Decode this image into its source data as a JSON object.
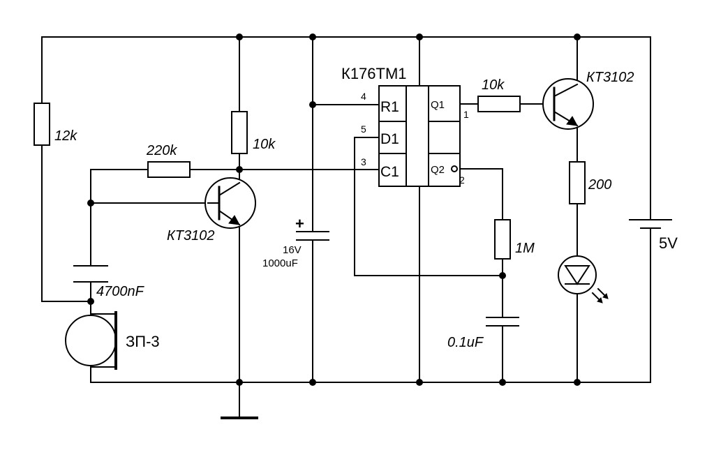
{
  "ic": {
    "name": "К176ТМ1",
    "pins": {
      "r1": "R1",
      "d1": "D1",
      "c1": "C1",
      "q1": "Q1",
      "q2": "Q2"
    },
    "pin_numbers": {
      "r1": "4",
      "d1": "5",
      "c1": "3",
      "q1": "1",
      "q2": "2"
    }
  },
  "components": {
    "r_12k": "12k",
    "r_10k_left": "10k",
    "r_220k": "220k",
    "r_10k_base": "10k",
    "r_200": "200",
    "r_1m": "1M",
    "c_4700nf": "4700nF",
    "c_01uf": "0.1uF",
    "c_electrolytic_voltage": "16V",
    "c_electrolytic_capacitance": "1000uF",
    "c_electrolytic_polarity": "+",
    "t_left": "КТ3102",
    "t_right": "КТ3102",
    "speaker": "ЗП-3",
    "battery": "5V"
  }
}
